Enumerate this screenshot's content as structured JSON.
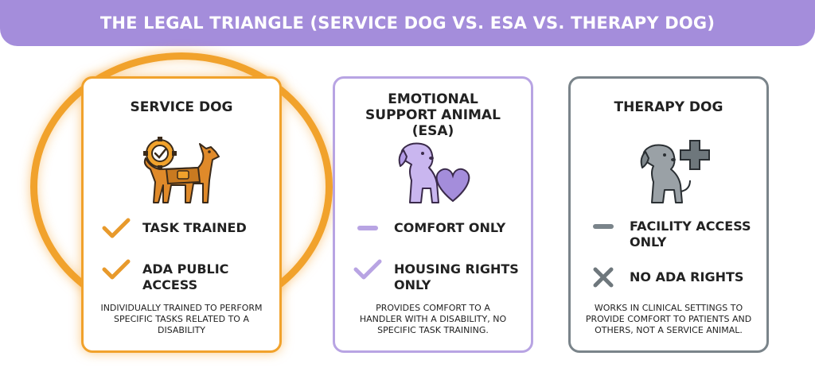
{
  "header": {
    "title": "THE LEGAL TRIANGLE (SERVICE DOG VS. ESA VS. THERAPY DOG)"
  },
  "colors": {
    "banner": "#a48ddb",
    "service_accent": "#f1a22c",
    "esa_accent": "#b8a4e3",
    "therapy_accent": "#7a848a"
  },
  "cards": [
    {
      "title": "SERVICE DOG",
      "icon": "service-dog-with-gear-badge-icon",
      "features": [
        {
          "mark": "check-icon",
          "text": "TASK TRAINED"
        },
        {
          "mark": "check-icon",
          "text": "ADA PUBLIC ACCESS"
        }
      ],
      "description": "INDIVIDUALLY TRAINED TO PERFORM SPECIFIC TASKS RELATED TO A DISABILITY",
      "highlighted": true
    },
    {
      "title": "EMOTIONAL SUPPORT ANIMAL (ESA)",
      "icon": "puppy-with-heart-icon",
      "features": [
        {
          "mark": "dash-icon",
          "text": "COMFORT ONLY"
        },
        {
          "mark": "check-icon",
          "text": "HOUSING RIGHTS ONLY"
        }
      ],
      "description": "PROVIDES COMFORT TO A HANDLER WITH A DISABILITY, NO SPECIFIC TASK TRAINING."
    },
    {
      "title": "THERAPY DOG",
      "icon": "dog-with-medical-cross-icon",
      "features": [
        {
          "mark": "dash-icon",
          "text": "FACILITY ACCESS ONLY"
        },
        {
          "mark": "x-icon",
          "text": "NO ADA RIGHTS"
        }
      ],
      "description": "WORKS IN CLINICAL SETTINGS TO PROVIDE COMFORT TO PATIENTS AND OTHERS, NOT A SERVICE ANIMAL."
    }
  ]
}
